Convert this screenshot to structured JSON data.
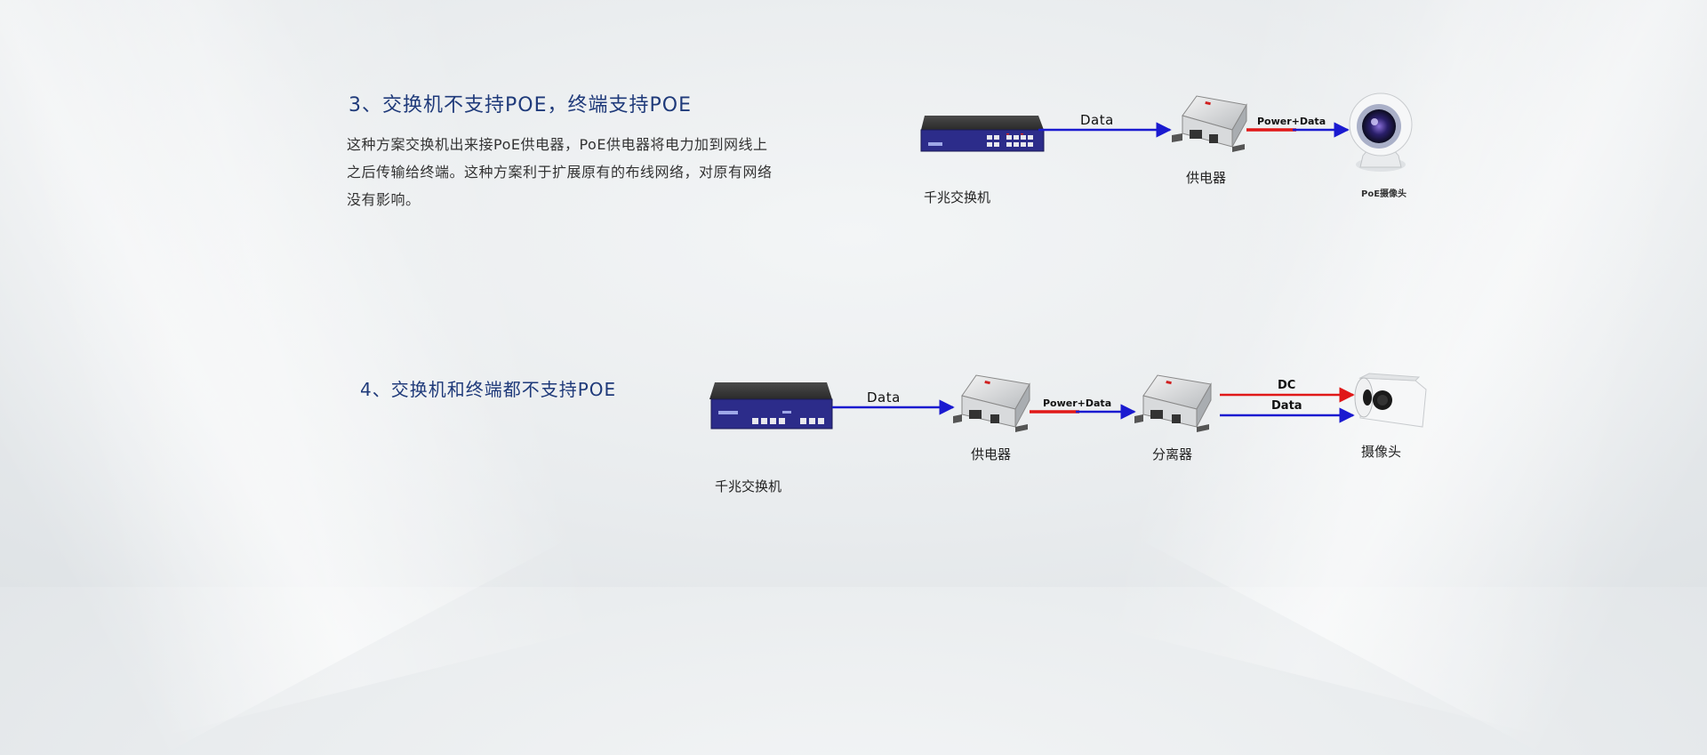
{
  "section3": {
    "title": "3、交换机不支持POE，终端支持POE",
    "description": [
      "这种方案交换机出来接PoE供电器，PoE供电器将电力加到网线上",
      "之后传输给终端。这种方案利于扩展原有的布线网络，对原有网络",
      "没有影响。"
    ],
    "switch_label": "千兆交换机",
    "injector_label": "供电器",
    "camera_label": "PoE摄像头",
    "link1_label": "Data",
    "link2_label": "Power+Data"
  },
  "section4": {
    "title": "4、交换机和终端都不支持POE",
    "switch_label": "千兆交换机",
    "injector_label": "供电器",
    "splitter_label": "分离器",
    "camera_label": "摄像头",
    "link1_label": "Data",
    "link2_label": "Power+Data",
    "dc_label": "DC",
    "data_label": "Data"
  },
  "colors": {
    "heading": "#1f3a7a",
    "data_line": "#1a1ad0",
    "power_line": "#e01818",
    "switch_body": "#2c2c8a"
  }
}
